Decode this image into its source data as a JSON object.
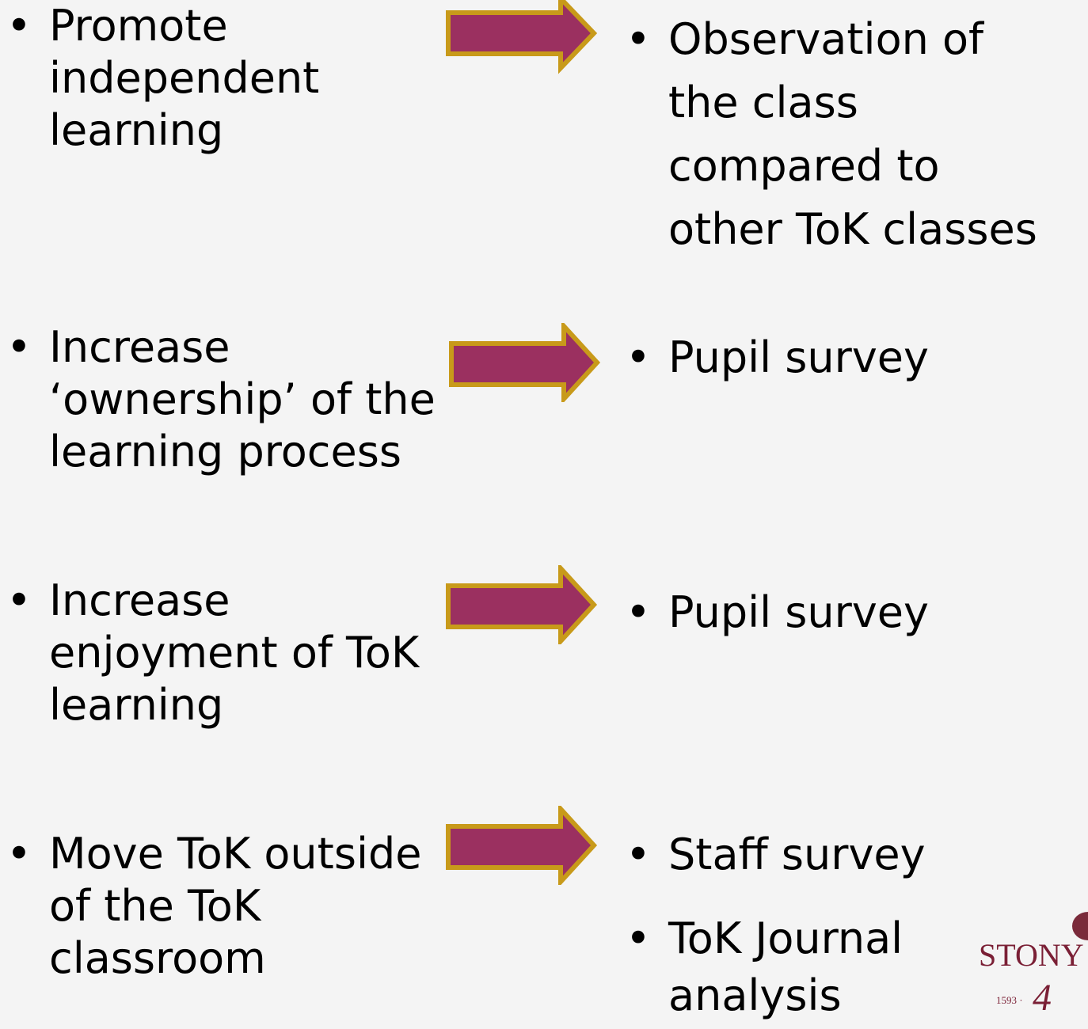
{
  "rows": [
    {
      "aim": "Promote independent learning",
      "aim_lines": [
        "Promote",
        "independent",
        "learning"
      ],
      "evidence": [
        {
          "lines": [
            "Observation of",
            "the class",
            "compared to",
            "other ToK classes"
          ]
        }
      ]
    },
    {
      "aim_lines": [
        "Increase",
        "‘ownership’ of the",
        "learning process"
      ],
      "evidence": [
        {
          "lines": [
            "Pupil survey"
          ]
        }
      ]
    },
    {
      "aim_lines": [
        "Increase",
        "enjoyment of ToK",
        "learning"
      ],
      "evidence": [
        {
          "lines": [
            "Pupil survey"
          ]
        }
      ]
    },
    {
      "aim_lines": [
        "Move ToK outside",
        "of the ToK",
        "classroom"
      ],
      "evidence": [
        {
          "lines": [
            "Staff survey"
          ]
        },
        {
          "lines": [
            "ToK Journal",
            "analysis"
          ]
        }
      ]
    }
  ],
  "bullet_symbol": "•",
  "colors": {
    "arrow_fill": "#9b3060",
    "arrow_border": "#c89a1a",
    "background": "#f4f4f4"
  },
  "logo": {
    "text": "STONY",
    "year": "1593 ·"
  }
}
